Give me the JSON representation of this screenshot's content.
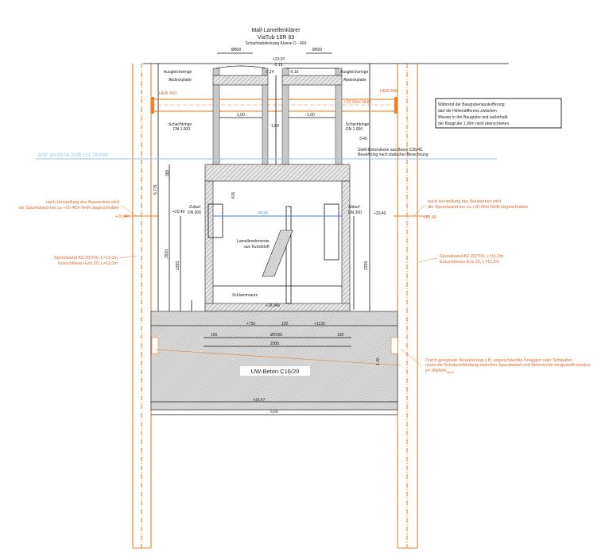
{
  "title": {
    "line1": "Mall-Lamellenklärer",
    "line2": "ViaTub 18R 63",
    "line3": "Schachtabdeckung Klasse D - 400"
  },
  "labels": {
    "lid_left": "Ø800",
    "lid_right": "Ø600",
    "elev_top": "+23,97",
    "d013": "-0,13",
    "d014": "-0,14",
    "d016": "-0,16",
    "ausgleich_left": "Ausgleichsringe",
    "ausgleich_right": "Ausgleichsringe",
    "abdeck_left": "Abdeckplatte",
    "abdeck_right": "Abdeckplatte",
    "heb_left": "HEB 450",
    "heb_right": "HEB 450",
    "waler_elev": "+22,00m NHN",
    "dim_100_left": "1,00",
    "dim_100_right": "1,00",
    "dim_180": "1,80",
    "dim_349": "3,49",
    "schacht_left": "Schachtringe",
    "schacht_left2": "DN 1.000",
    "schacht_right": "Schachtringe",
    "schacht_right2": "DN 1.000",
    "slab_note1": "Stahl-Betondecke aus Beton C35/45,",
    "slab_note2": "Bewehrung nach statischer Berechnung",
    "wsp": "WSP am 08.04.2025 +21,78mNN",
    "dim_5775": "5,775",
    "dim_385": "385",
    "dim_415": "415",
    "dim_3930": "3930",
    "dim_2295": "2295",
    "dim_2295r": "2295",
    "zulauf": "Zulauf",
    "zulauf_dn": "DN 300",
    "ablauf": "Ablauf",
    "ablauf_dn": "DN 300",
    "elev_2040_l": "+20,40",
    "elev_2040_c": "+20,40",
    "elev_2040_r": "+20,40",
    "lamellen1": "Lamellenelemente",
    "lamellen2": "aus Kunststoff",
    "schlamm": "Schlammraum",
    "elev_18345": "+18,345",
    "d750": "+750",
    "d120": "120",
    "d1130": "+1130",
    "d150l": "150",
    "d150r": "150",
    "d2000": "Ø2000",
    "d2300": "2300",
    "uw_beton": "UW-Beton C16/20",
    "elev_1647": "+16,47",
    "dim_565": "5,65",
    "dim_146": "1,46",
    "cut_left1": "nach Herstellung des Bauwerkes wird",
    "cut_left2": "die Spundwand bei ca.+20,40m NHN abgeschnitten",
    "cut_left_elev": "+20,40",
    "cut_right1": "nach Herstellung des Bauwerkes wird",
    "cut_right2": "die Spundwand bei ca.+20,40m NHN abgeschnitten",
    "cut_right_elev": "+20,40",
    "sheet_left1": "Spundwand AZ-20/700, L=11,0m",
    "sheet_left2": "Eckschlösser Eck 20, L=11,0m",
    "sheet_right1": "Spundwand AZ-20/700, L=11,0m",
    "sheet_right2": "Eckschlösser Eck 20, L=11,0m",
    "anchor1": "Durch geeignete Verankerung z.B. angeschweißte Knaggen oder Schlaufen",
    "anchor2": "muss die Schubverbindung zwischen Spundwand und Betonsohle hergestellt werden.",
    "anchor3": "p= 95kN/m",
    "anchor3_sub": "Wand"
  },
  "notice": {
    "line1": "Während der Baugrubenauskofferung",
    "line2": "darf die Höhendifferenz zwischen",
    "line3": "Wasser in der Baugrube und außerhalb",
    "line4": "der Baugrube 1,00m nicht überschreiten."
  },
  "colors": {
    "sheet_pile": "#e8832e",
    "water": "#8ec3f0",
    "water_inner": "#2f7fe0"
  }
}
